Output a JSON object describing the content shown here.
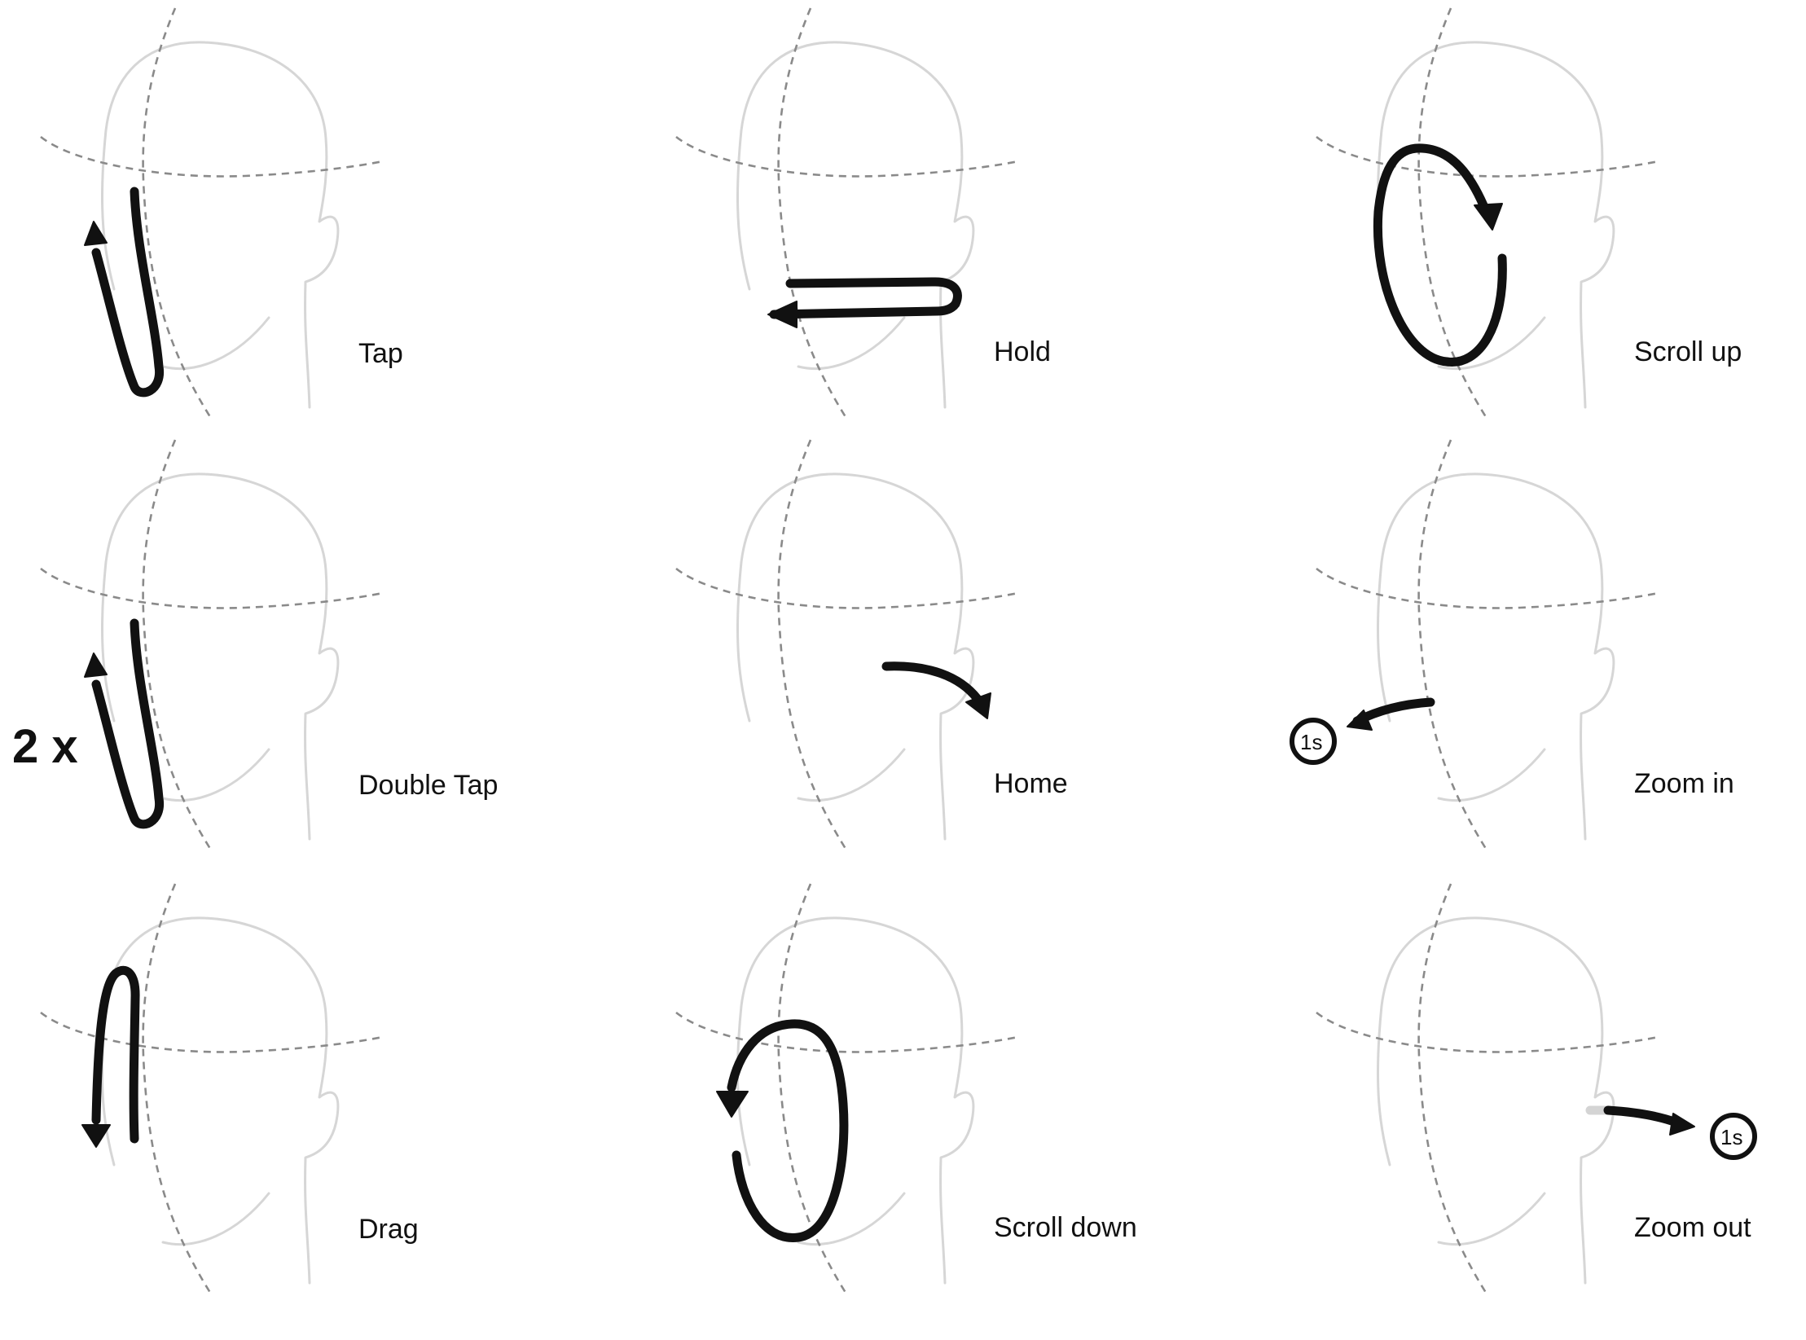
{
  "gestures": [
    {
      "id": "tap",
      "label": "Tap"
    },
    {
      "id": "hold",
      "label": "Hold"
    },
    {
      "id": "scroll-up",
      "label": "Scroll up"
    },
    {
      "id": "double-tap",
      "label": "Double Tap",
      "multiplier": "2 x"
    },
    {
      "id": "home",
      "label": "Home"
    },
    {
      "id": "zoom-in",
      "label": "Zoom in",
      "timer": "1s"
    },
    {
      "id": "drag",
      "label": "Drag"
    },
    {
      "id": "scroll-down",
      "label": "Scroll down"
    },
    {
      "id": "zoom-out",
      "label": "Zoom out",
      "timer": "1s"
    }
  ],
  "colors": {
    "stroke": "#111111",
    "head_outline": "#d6d6d6",
    "guide": "#8a8a8a"
  }
}
